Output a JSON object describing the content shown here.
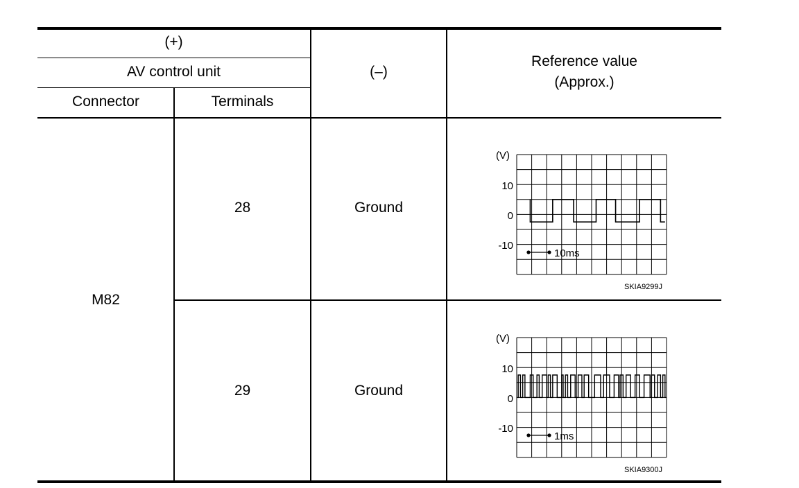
{
  "table": {
    "header": {
      "plus": "(+)",
      "unit": "AV control unit",
      "minus": "(–)",
      "connector": "Connector",
      "terminals": "Terminals",
      "reference_line1": "Reference value",
      "reference_line2": "(Approx.)"
    },
    "connector": "M82",
    "rows": [
      {
        "terminal": "28",
        "minus": "Ground",
        "waveform": {
          "unit_label": "(V)",
          "y_labels": [
            "10",
            "0",
            "-10"
          ],
          "timebase": "10ms",
          "code": "SKIA9299J"
        }
      },
      {
        "terminal": "29",
        "minus": "Ground",
        "waveform": {
          "unit_label": "(V)",
          "y_labels": [
            "10",
            "0",
            "-10"
          ],
          "timebase": "1ms",
          "code": "SKIA9300J"
        }
      }
    ]
  }
}
